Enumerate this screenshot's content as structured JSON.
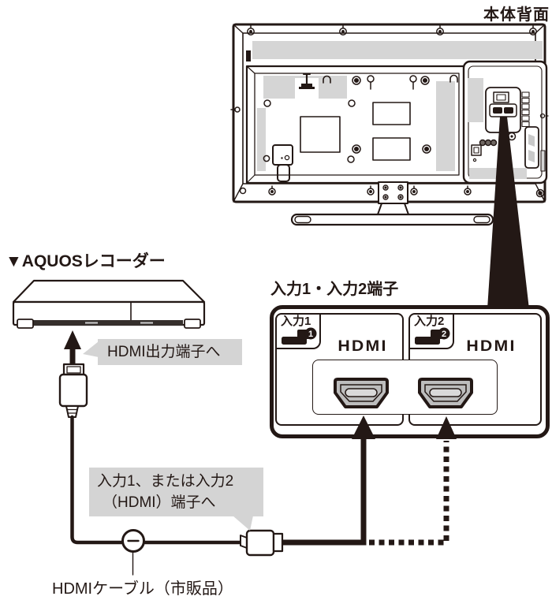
{
  "colors": {
    "ink": "#231815",
    "gray_fill": "#d4d4d4",
    "port_gray": "#bdbdbd"
  },
  "labels": {
    "tv_back_view": "本体背面",
    "recorder_title": "▼AQUOSレコーダー",
    "hdmi_output_callout": "HDMI出力端子へ",
    "terminal_panel_title": "入力1・入力2端子",
    "input_callout_line1": "入力1、または入力2",
    "input_callout_line2": "（HDMI）端子へ",
    "hdmi_cable_caption": "HDMIケーブル（市販品）"
  },
  "terminal_panel": {
    "inputs": [
      {
        "label": "入力1",
        "number": "1",
        "logo": "HDMI"
      },
      {
        "label": "入力2",
        "number": "2",
        "logo": "HDMI"
      }
    ]
  }
}
